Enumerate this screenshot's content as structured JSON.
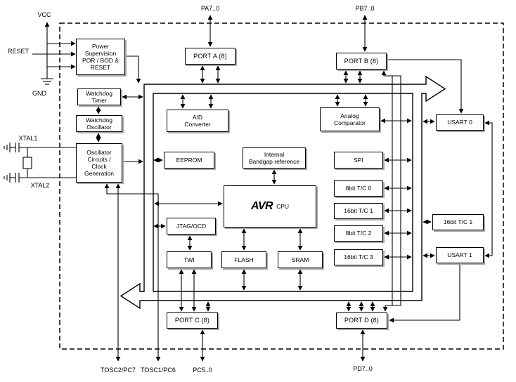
{
  "colors": {
    "line": "#000000",
    "background": "#ffffff",
    "box_shadow": "#a9a9a9"
  },
  "pins": {
    "pa": "PA7..0",
    "pb": "PB7..0",
    "pc": "PC5..0",
    "pd": "PD7..0",
    "tosc2": "TOSC2/PC7",
    "tosc1": "TOSC1/PC6",
    "vcc": "VCC",
    "reset": "RESET",
    "gnd": "GND",
    "xtal1": "XTAL1",
    "xtal2": "XTAL2"
  },
  "blocks": {
    "power_supervision": "Power\nSupervision\nPOR / BOD &\nRESET",
    "watchdog_timer": "Watchdog\nTimer",
    "watchdog_oscillator": "Watchdog\nOscillator",
    "oscillator_circuits": "Oscillator\nCircuits /\nClock\nGeneration",
    "port_a": "PORT A (8)",
    "port_b": "PORT B (8)",
    "port_c": "PORT C (8)",
    "port_d": "PORT D (8)",
    "adc": "A/D\nConverter",
    "analog_comparator": "Analog\nComparator",
    "eeprom": "EEPROM",
    "bandgap": "Internal\nBandgap reference",
    "spi": "SPI",
    "cpu_logo": "AVR",
    "cpu_label": "CPU",
    "jtag": "JTAG/OCD",
    "twi": "TWI",
    "flash": "FLASH",
    "sram": "SRAM",
    "tc0": "8bit T/C 0",
    "tc1": "16bit T/C 1",
    "tc2": "8bit T/C 2",
    "tc3": "16bit T/C 3",
    "tc_right": "16bit T/C 1",
    "usart0": "USART 0",
    "usart1": "USART 1"
  }
}
